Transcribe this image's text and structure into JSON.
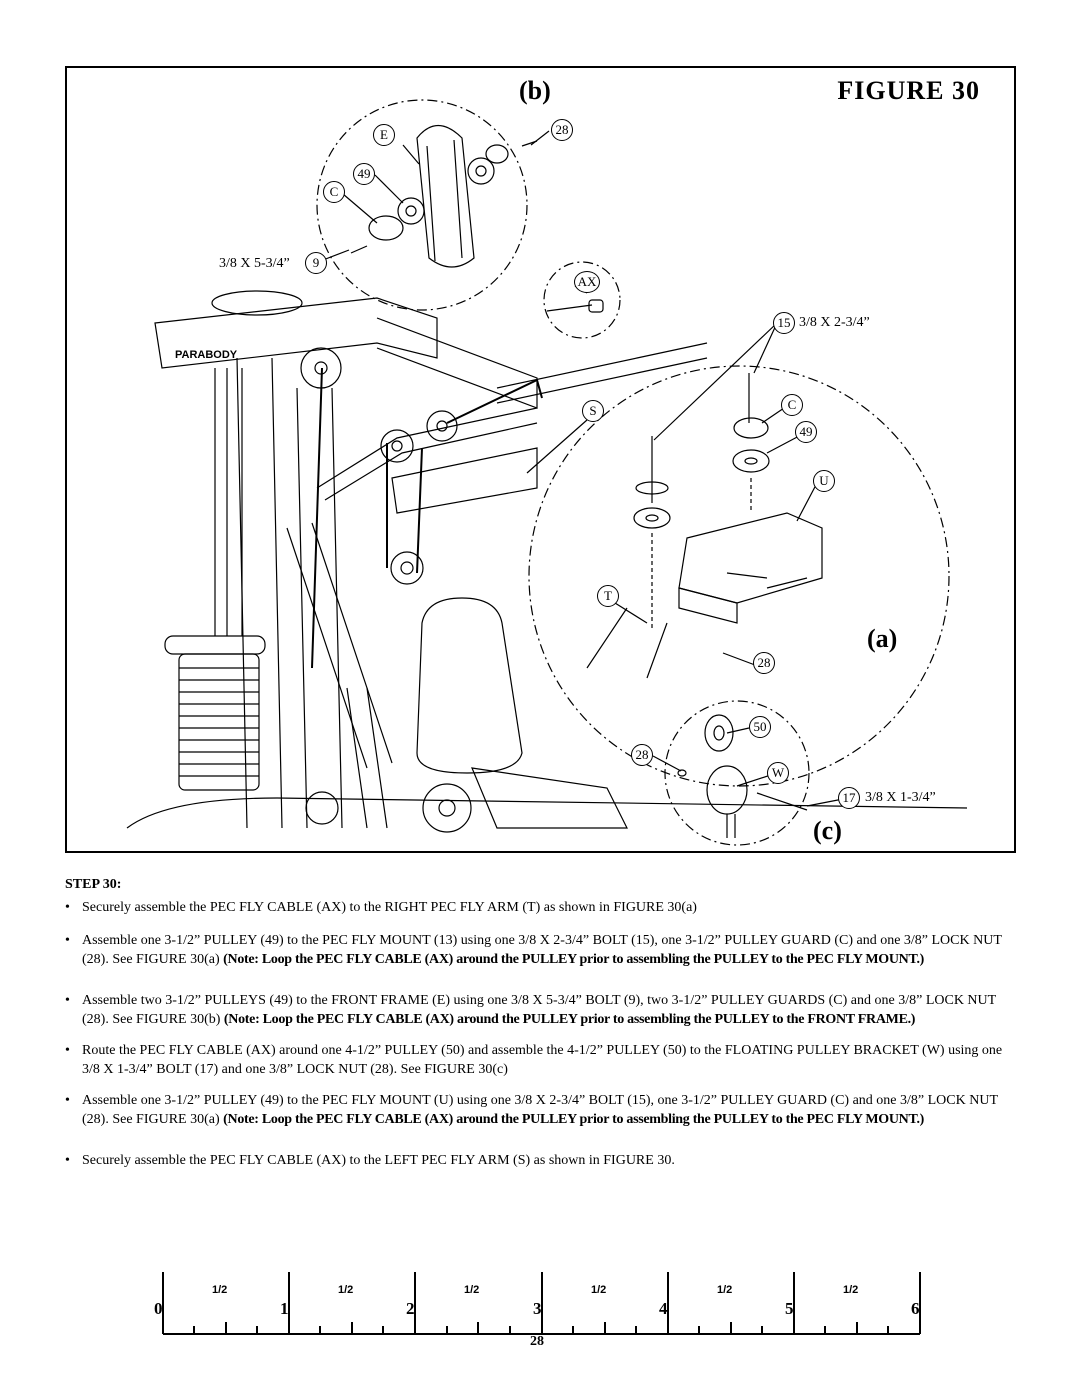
{
  "figure": {
    "title": "FIGURE 30",
    "subfigures": [
      "(b)",
      "(a)",
      "(c)"
    ],
    "labels": {
      "E": "E",
      "n28_top": "28",
      "n49_top": "49",
      "C_top": "C",
      "bolt9_text": "3/8 X 5-3/4”",
      "n9": "9",
      "AX": "AX",
      "n15": "15",
      "bolt15_text": "3/8 X 2-3/4”",
      "S": "S",
      "C_right": "C",
      "n49_right": "49",
      "U": "U",
      "T": "T",
      "n28_mid": "28",
      "n50": "50",
      "n28_bottom": "28",
      "W": "W",
      "n17": "17",
      "bolt17_text": "3/8 X 1-3/4”"
    },
    "brand_text": "PARABODY"
  },
  "step": {
    "title": "STEP 30:",
    "bullets": [
      {
        "text": "Securely assemble the PEC FLY CABLE (AX) to the RIGHT PEC FLY ARM (T) as shown in FIGURE 30(a)",
        "note": ""
      },
      {
        "text": "Assemble one 3-1/2” PULLEY (49) to the PEC FLY MOUNT (13) using one 3/8 X 2-3/4” BOLT (15), one 3-1/2” PULLEY GUARD (C) and one 3/8” LOCK NUT (28). See FIGURE 30(a) ",
        "note": "(Note: Loop the PEC FLY CABLE (AX) around the PULLEY prior to assembling the PULLEY to the PEC FLY MOUNT.)"
      },
      {
        "text": "Assemble two 3-1/2” PULLEYS (49) to the FRONT FRAME (E) using one 3/8 X 5-3/4” BOLT (9), two 3-1/2” PULLEY GUARDS (C) and one 3/8” LOCK NUT (28). See FIGURE 30(b) ",
        "note": "(Note: Loop the PEC FLY CABLE (AX) around the PULLEY prior to assembling the PULLEY to the FRONT FRAME.)"
      },
      {
        "text": "Route the PEC FLY CABLE (AX) around one 4-1/2” PULLEY (50) and assemble the 4-1/2” PULLEY (50) to the FLOATING PULLEY BRACKET (W) using one 3/8 X 1-3/4” BOLT (17) and one 3/8” LOCK NUT (28). See FIGURE 30(c)",
        "note": ""
      },
      {
        "text": "Assemble one 3-1/2” PULLEY (49) to the PEC FLY MOUNT (U) using one 3/8 X 2-3/4” BOLT (15), one 3-1/2” PULLEY GUARD (C) and one 3/8” LOCK NUT (28). See FIGURE 30(a) ",
        "note": "(Note: Loop the PEC FLY CABLE (AX) around the PULLEY prior to assembling the PULLEY to the PEC FLY MOUNT.)"
      },
      {
        "text": "Securely assemble the PEC FLY CABLE (AX) to the LEFT PEC FLY ARM (S) as shown in FIGURE 30.",
        "note": ""
      }
    ]
  },
  "ruler": {
    "half_label": "1/2",
    "inches": [
      "0",
      "1",
      "2",
      "3",
      "4",
      "5",
      "6"
    ]
  },
  "page_number": "28"
}
